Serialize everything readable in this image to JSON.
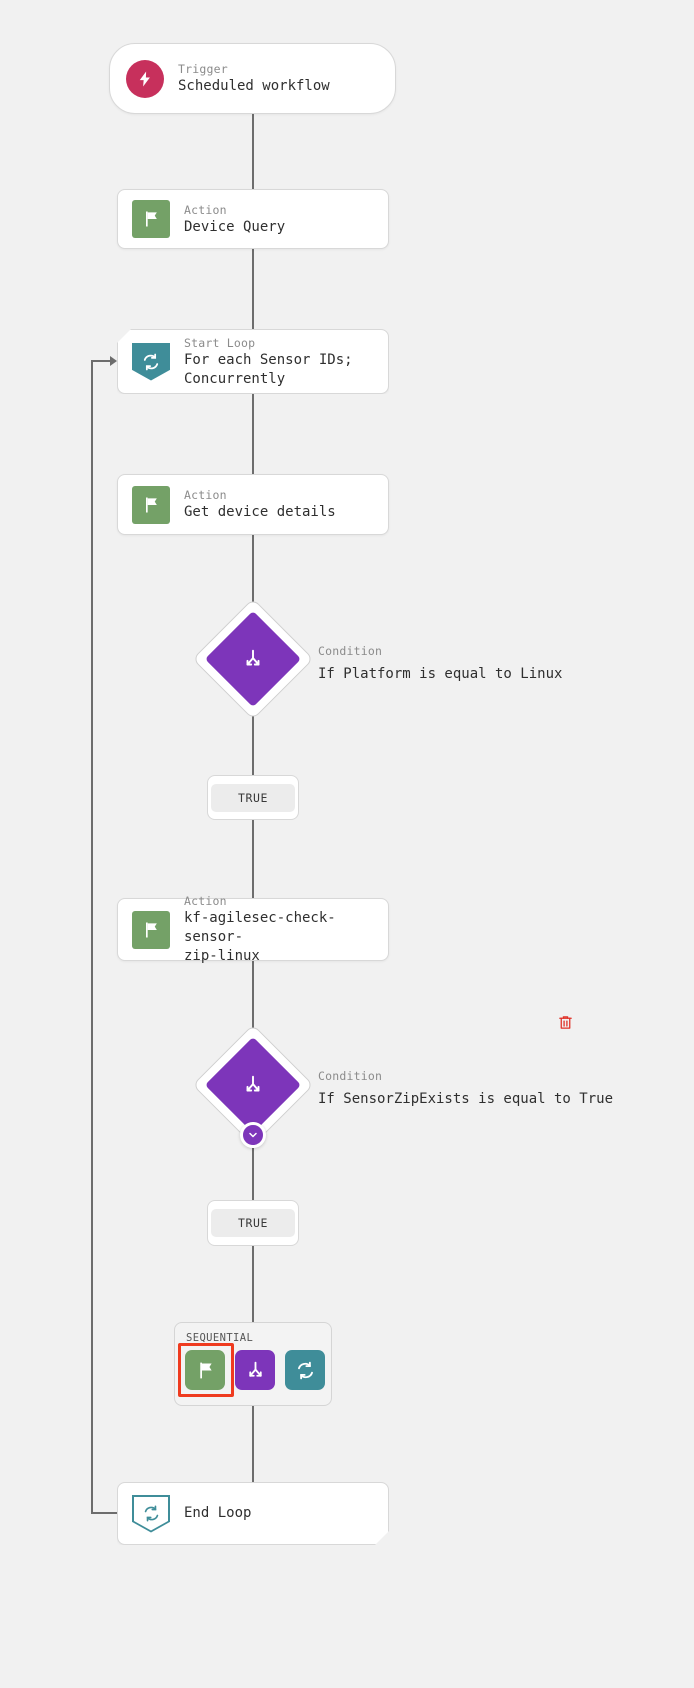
{
  "colors": {
    "background": "#f1f1f1",
    "card": "#ffffff",
    "border": "#d8d8d8",
    "connector": "#6d6d6d",
    "trigger_accent": "#c7305c",
    "action_accent": "#74a167",
    "loop_accent": "#3f8d99",
    "condition_accent": "#7d35ba",
    "selection": "#ef3b1f",
    "delete": "#e03127",
    "pill_bg": "#ececec"
  },
  "workflow": {
    "nodes": [
      {
        "id": "trigger",
        "kind": "Trigger",
        "title": "Scheduled workflow",
        "icon": "lightning-bolt-icon"
      },
      {
        "id": "action-device-query",
        "kind": "Action",
        "title": "Device Query",
        "icon": "flag-icon"
      },
      {
        "id": "start-loop",
        "kind": "Start Loop",
        "title": "For each Sensor IDs;\nConcurrently",
        "icon": "loop-icon"
      },
      {
        "id": "action-get-device-details",
        "kind": "Action",
        "title": "Get device details",
        "icon": "flag-icon"
      },
      {
        "id": "condition-platform",
        "kind": "Condition",
        "title": "If Platform is equal to Linux",
        "icon": "branch-icon"
      },
      {
        "id": "branch-true-1",
        "kind": "branch",
        "title": "TRUE"
      },
      {
        "id": "action-kf-agilesec",
        "kind": "Action",
        "title": "kf-agilesec-check-sensor-\nzip-linux",
        "icon": "flag-icon"
      },
      {
        "id": "condition-sensorzip",
        "kind": "Condition",
        "title": "If SensorZipExists is equal to True",
        "icon": "branch-icon"
      },
      {
        "id": "branch-true-2",
        "kind": "branch",
        "title": "TRUE"
      },
      {
        "id": "end-loop",
        "kind": "End Loop",
        "title": "End Loop",
        "icon": "loop-icon"
      }
    ],
    "sequential_group": {
      "label": "SEQUENTIAL",
      "items": [
        {
          "icon": "flag-icon",
          "type": "action",
          "selected": true
        },
        {
          "icon": "branch-icon",
          "type": "condition",
          "selected": false
        },
        {
          "icon": "loop-icon",
          "type": "loop",
          "selected": false
        }
      ]
    },
    "controls": {
      "expand_toggle_icon": "chevron-down-icon",
      "delete_icon": "trash-icon"
    }
  }
}
